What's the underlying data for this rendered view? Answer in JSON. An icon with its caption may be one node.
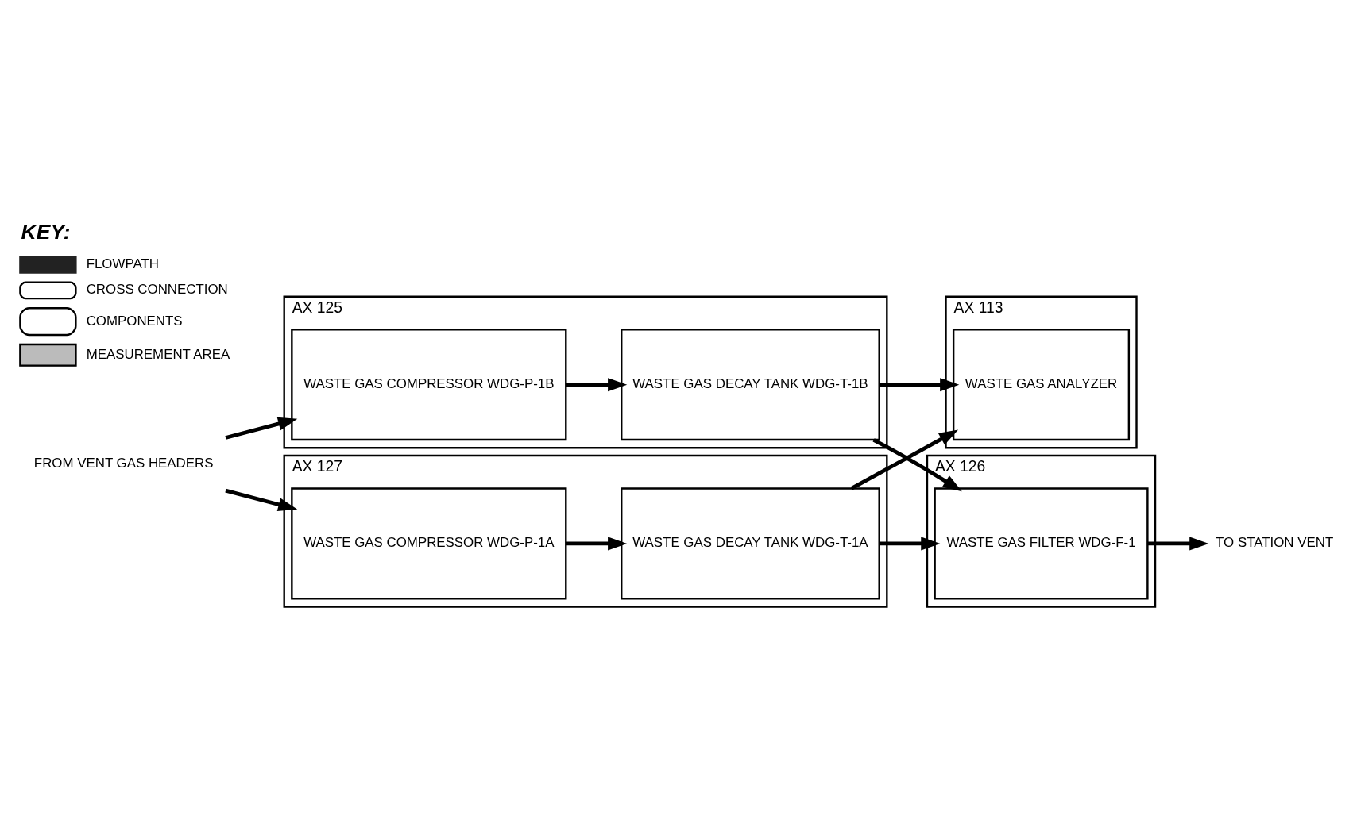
{
  "diagram": {
    "nodes": [
      {
        "text": [
          "FROM VENT GAS HEADERS"
        ]
      },
      {
        "text": [
          "AX 125"
        ]
      },
      {
        "text": [
          "WASTE GAS COMPRESSOR WDG-P-1B"
        ],
        "in": 1
      },
      {
        "text": [
          "WASTE GAS DECAY TANK WDG-T-1B"
        ],
        "in": 1
      },
      {
        "text": [
          "AX 113"
        ]
      },
      {
        "text": [
          "WASTE GAS ANALYZER"
        ],
        "in": 4
      },
      {
        "text": [
          "AX 127"
        ]
      },
      {
        "text": [
          "WASTE GAS COMPRESSOR WDG-P-1A"
        ],
        "in": 6
      },
      {
        "text": [
          "WASTE GAS DECAY TANK WDG-T-1A"
        ],
        "in": 6
      },
      {
        "text": [
          "AX 126"
        ]
      },
      {
        "text": [
          "WASTE GAS FILTER WDG-F-1"
        ],
        "in": 9
      },
      {
        "text": [
          "TO STATION VENT"
        ]
      }
    ],
    "edges": [
      {
        "from": 0,
        "to": 2,
        "arrow": "to"
      },
      {
        "from": 0,
        "to": 7,
        "arrow": "to"
      },
      {
        "from": 2,
        "to": 3,
        "arrow": "to"
      },
      {
        "from": 7,
        "to": 8,
        "arrow": "to"
      },
      {
        "from": 3,
        "to": 5,
        "arrow": "to"
      },
      {
        "from": 8,
        "to": 5,
        "arrow": "to"
      },
      {
        "from": 3,
        "to": 10,
        "arrow": "to"
      },
      {
        "from": 8,
        "to": 10,
        "arrow": "to"
      },
      {
        "from": 10,
        "to": 11,
        "arrow": "to"
      }
    ],
    "labels": [
      "KEY:"
    ],
    "legend": [
      {
        "text": "FLOWPATH"
      },
      {
        "text": "CROSS CONNECTION"
      },
      {
        "text": "COMPONENTS"
      },
      {
        "text": "MEASUREMENT AREA"
      }
    ]
  }
}
